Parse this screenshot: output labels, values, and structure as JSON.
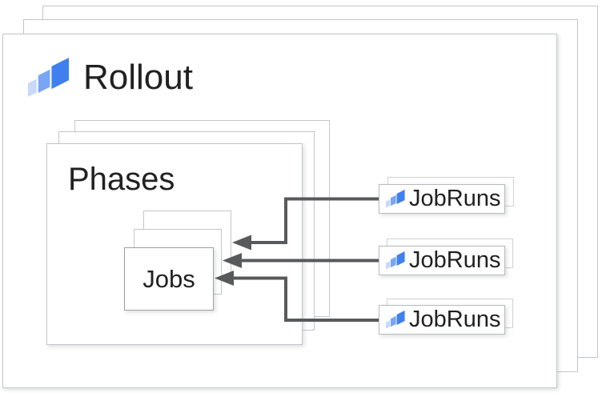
{
  "rollout": {
    "label": "Rollout",
    "icon": "layers-icon"
  },
  "phases": {
    "label": "Phases"
  },
  "jobs": {
    "label": "Jobs"
  },
  "jobruns": [
    {
      "label": "JobRuns",
      "icon": "layers-icon"
    },
    {
      "label": "JobRuns",
      "icon": "layers-icon"
    },
    {
      "label": "JobRuns",
      "icon": "layers-icon"
    }
  ],
  "colors": {
    "icon_dark": "#4080ee",
    "icon_mid": "#7aa5f3",
    "icon_light": "#c8d9fa",
    "arrow": "#58595b",
    "border_light": "#c3c6c9",
    "border_medium": "#9d9fa2",
    "text": "#212121"
  }
}
